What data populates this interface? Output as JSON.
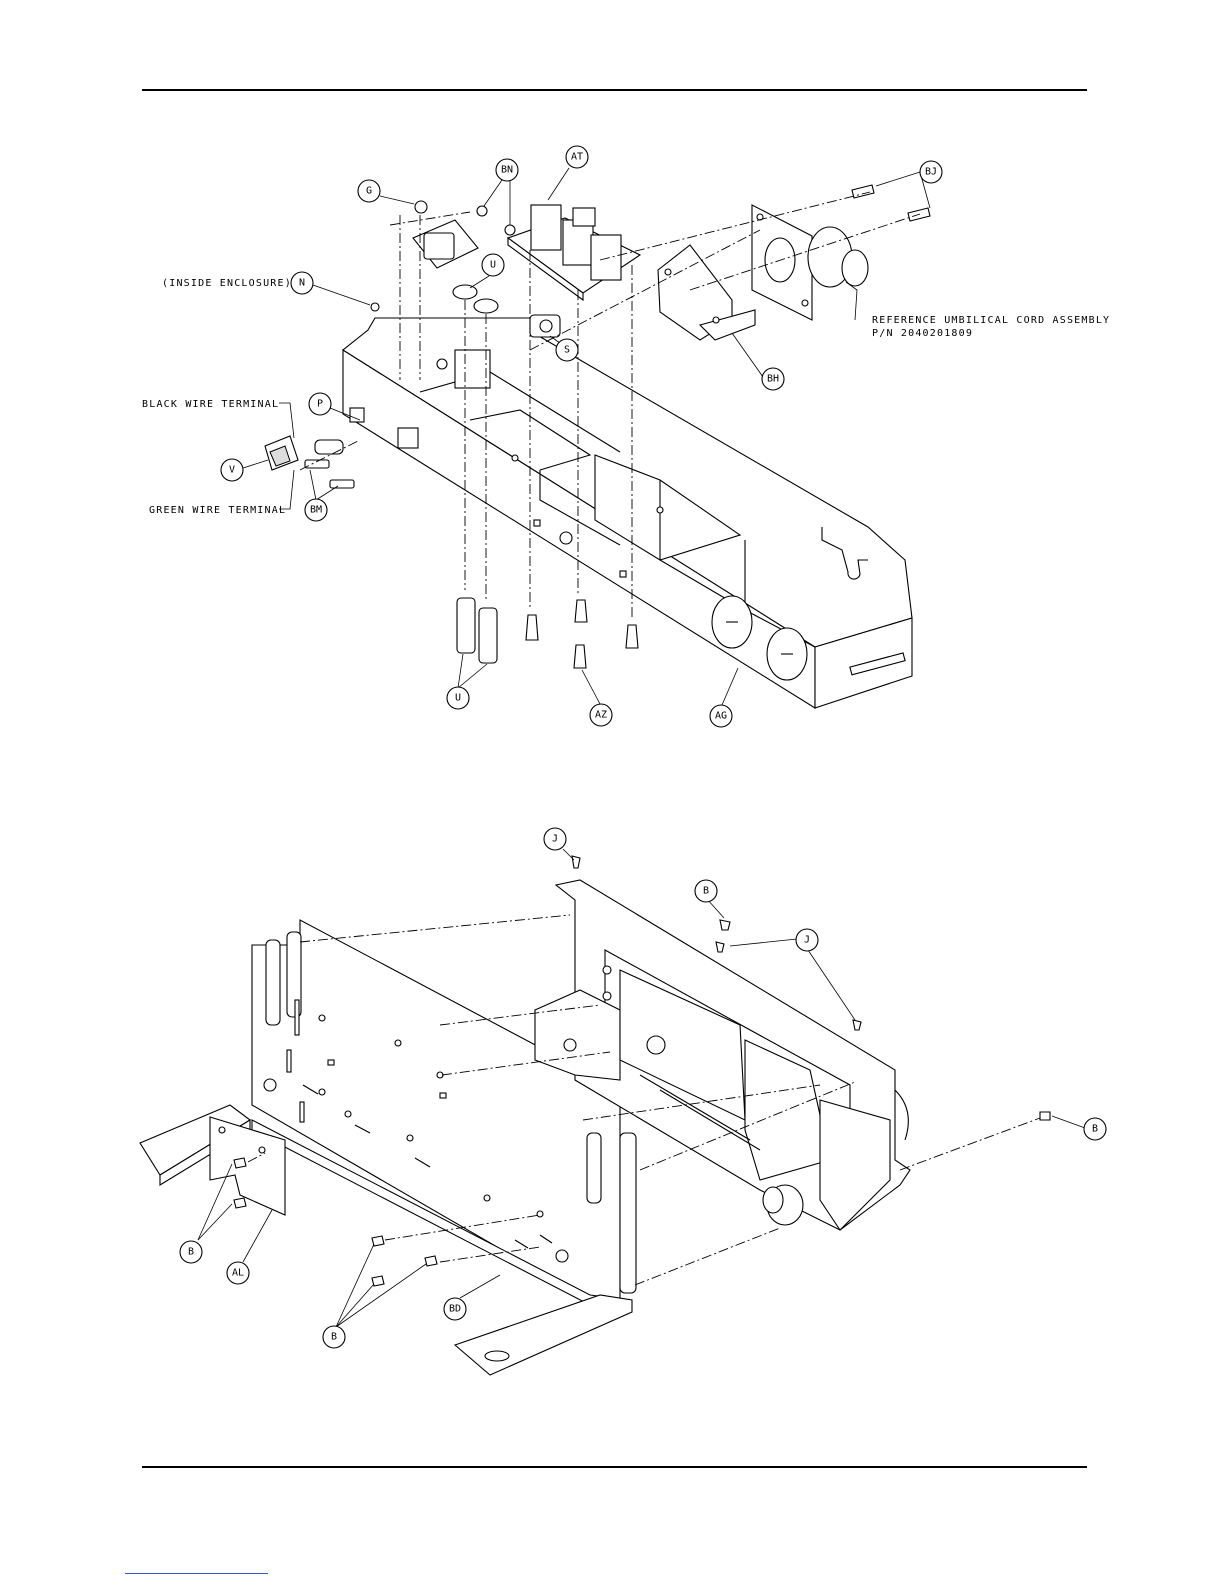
{
  "top": {
    "balloons": {
      "G": "G",
      "BN": "BN",
      "AT": "AT",
      "BJ": "BJ",
      "N": "N",
      "U1": "U",
      "S": "S",
      "BH": "BH",
      "P": "P",
      "V": "V",
      "BM": "BM",
      "U2": "U",
      "AZ": "AZ",
      "AG": "AG"
    },
    "notes": {
      "inside": "(INSIDE ENCLOSURE)",
      "black": "BLACK WIRE TERMINAL",
      "green": "GREEN WIRE TERMINAL",
      "ref1": "REFERENCE UMBILICAL CORD ASSEMBLY",
      "ref2": "P/N 2040201809"
    }
  },
  "bottom": {
    "balloons": {
      "J1": "J",
      "B1": "B",
      "J2": "J",
      "B2": "B",
      "B3": "B",
      "AL": "AL",
      "B4": "B",
      "BD": "BD"
    }
  }
}
